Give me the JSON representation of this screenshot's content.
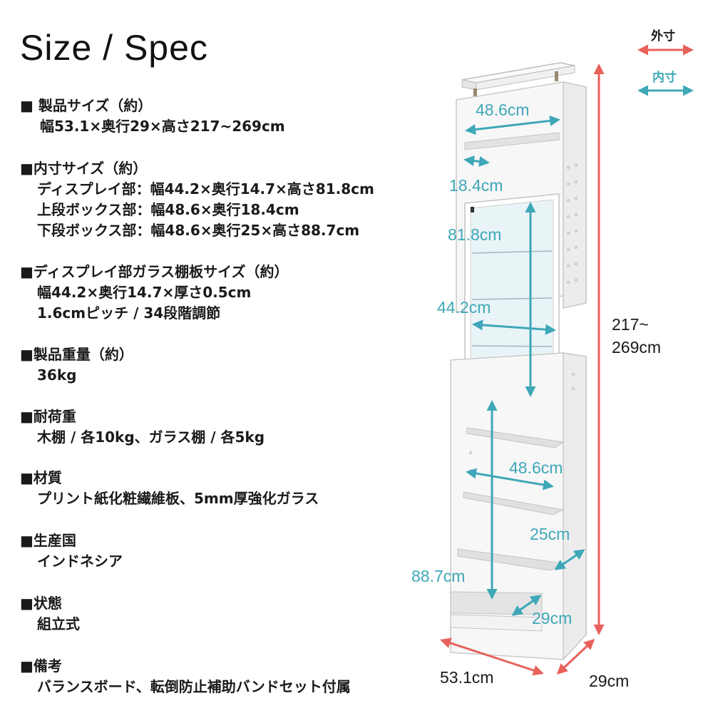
{
  "title": "Size / Spec",
  "specs": [
    {
      "heading": "■ 製品サイズ（約）",
      "lines": [
        "幅53.1×奥行29×高さ217~269cm"
      ]
    },
    {
      "heading": "■内寸サイズ（約）",
      "lines": [
        "ディスプレイ部：幅44.2×奥行14.7×高さ81.8cm",
        "上段ボックス部：幅48.6×奥行18.4cm",
        "下段ボックス部：幅48.6×奥行25×高さ88.7cm"
      ]
    },
    {
      "heading": "■ディスプレイ部ガラス棚板サイズ（約）",
      "lines": [
        "幅44.2×奥行14.7×厚さ0.5cm",
        "1.6cmピッチ / 34段階調節"
      ]
    },
    {
      "heading": "■製品重量（約）",
      "lines": [
        "36kg"
      ]
    },
    {
      "heading": "■耐荷重",
      "lines": [
        "木棚 / 各10kg、ガラス棚 / 各5kg"
      ]
    },
    {
      "heading": "■材質",
      "lines": [
        "プリント紙化粧繊維板、5mm厚強化ガラス"
      ]
    },
    {
      "heading": "■生産国",
      "lines": [
        "インドネシア"
      ]
    },
    {
      "heading": "■状態",
      "lines": [
        "組立式"
      ]
    },
    {
      "heading": "■備考",
      "lines": [
        "バランスボード、転倒防止補助バンドセット付属"
      ]
    }
  ],
  "legend": {
    "outer": "外寸",
    "inner": "内寸"
  },
  "dimensions": {
    "upper_width": "48.6cm",
    "upper_depth": "18.4cm",
    "display_height": "81.8cm",
    "display_width": "44.2cm",
    "lower_width": "48.6cm",
    "lower_depth": "25cm",
    "lower_height": "88.7cm",
    "base_depth_inner": "29cm",
    "total_height": "217~\n269cm",
    "total_height_line1": "217~",
    "total_height_line2": "269cm",
    "outer_width": "53.1cm",
    "outer_depth": "29cm"
  },
  "colors": {
    "outer": "#e8615a",
    "inner": "#3ea7b8",
    "cabinet": "#f4f4f4",
    "edge": "#cfcfcf"
  }
}
